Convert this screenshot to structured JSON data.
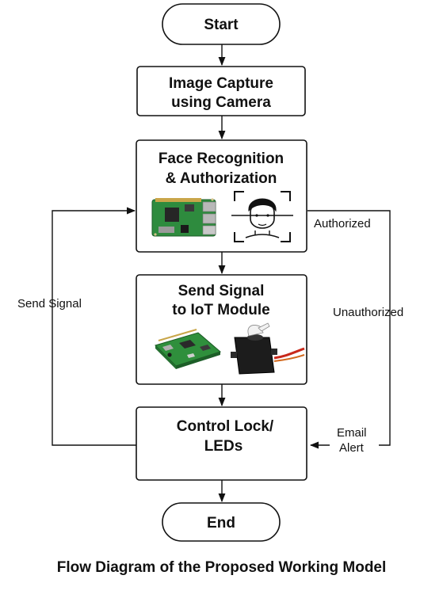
{
  "nodes": {
    "start": "Start",
    "capture": [
      "Image Capture",
      "using Camera"
    ],
    "recognition": [
      "Face Recognition",
      "& Authorization"
    ],
    "signal": [
      "Send Signal",
      "to IoT Module"
    ],
    "control": [
      "Control Lock/",
      "LEDs"
    ],
    "end": "End"
  },
  "edges": {
    "authorized": "Authorized",
    "unauthorized": "Unauthorized",
    "email_alert": [
      "Email",
      "Alert"
    ],
    "send_signal": "Send Signal"
  },
  "icons": {
    "raspberry_pi": "raspberry-pi-board-icon",
    "face_scan": "face-scan-icon",
    "microcontroller": "microcontroller-board-icon",
    "servo": "servo-motor-icon"
  },
  "caption": "Flow Diagram of the Proposed Working Model"
}
